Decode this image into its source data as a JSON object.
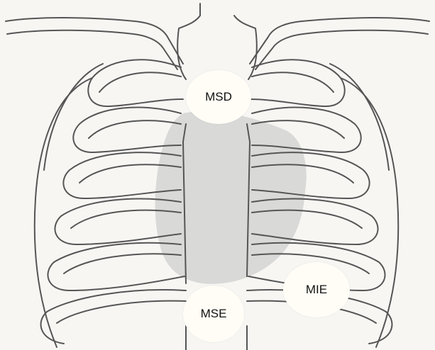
{
  "markers": {
    "msd": "MSD",
    "mse": "MSE",
    "mie": "MIE"
  },
  "colors": {
    "outline": "#555555",
    "heart_shadow": "#c9c9c9",
    "marker_fill": "#fffdf6",
    "background": "#f7f6f3"
  }
}
